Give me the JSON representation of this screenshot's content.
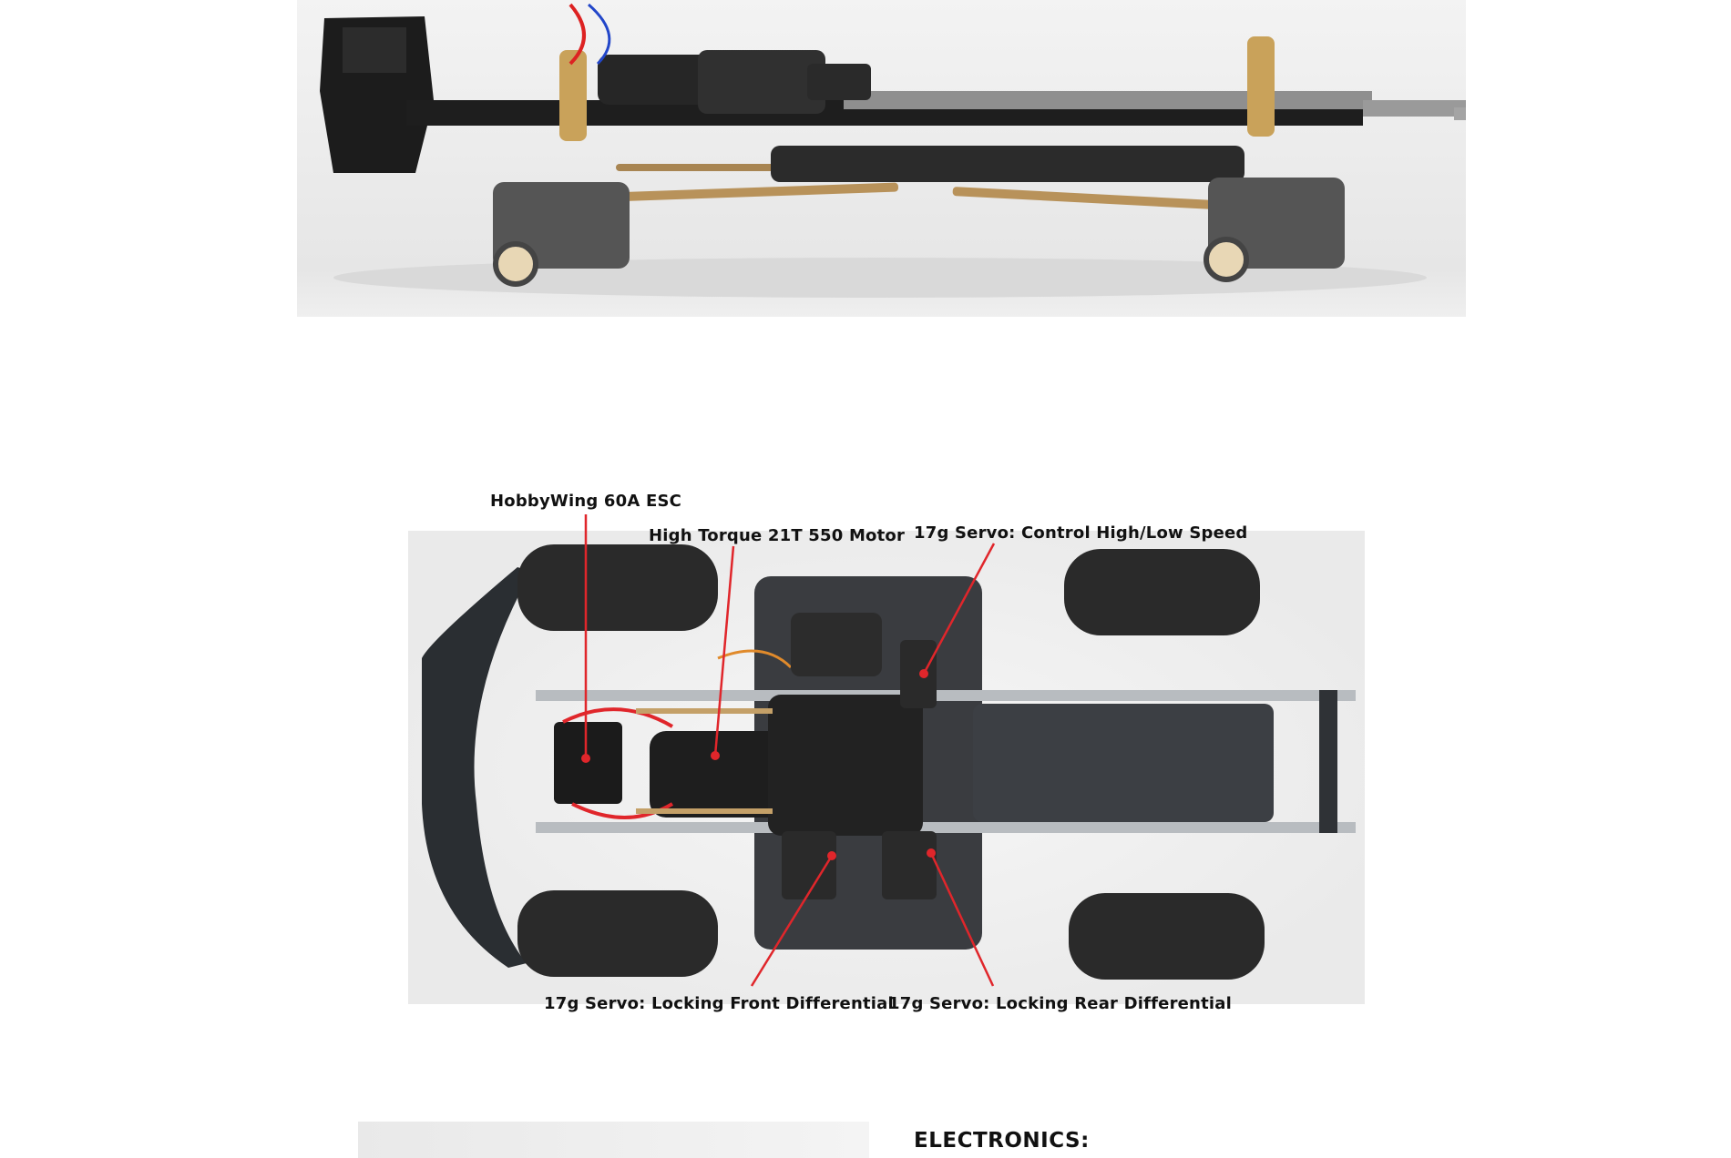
{
  "annotations": {
    "esc": "HobbyWing 60A ESC",
    "motor": "High Torque 21T 550 Motor",
    "servo_speed": "17g Servo: Control High/Low Speed",
    "servo_front": "17g Servo: Locking Front Differential",
    "servo_rear": "17g Servo: Locking Rear Differential"
  },
  "section": {
    "electronics_heading": "ELECTRONICS:"
  },
  "colors": {
    "leader_line": "#e0262b",
    "text": "#111111",
    "background": "#ffffff"
  }
}
